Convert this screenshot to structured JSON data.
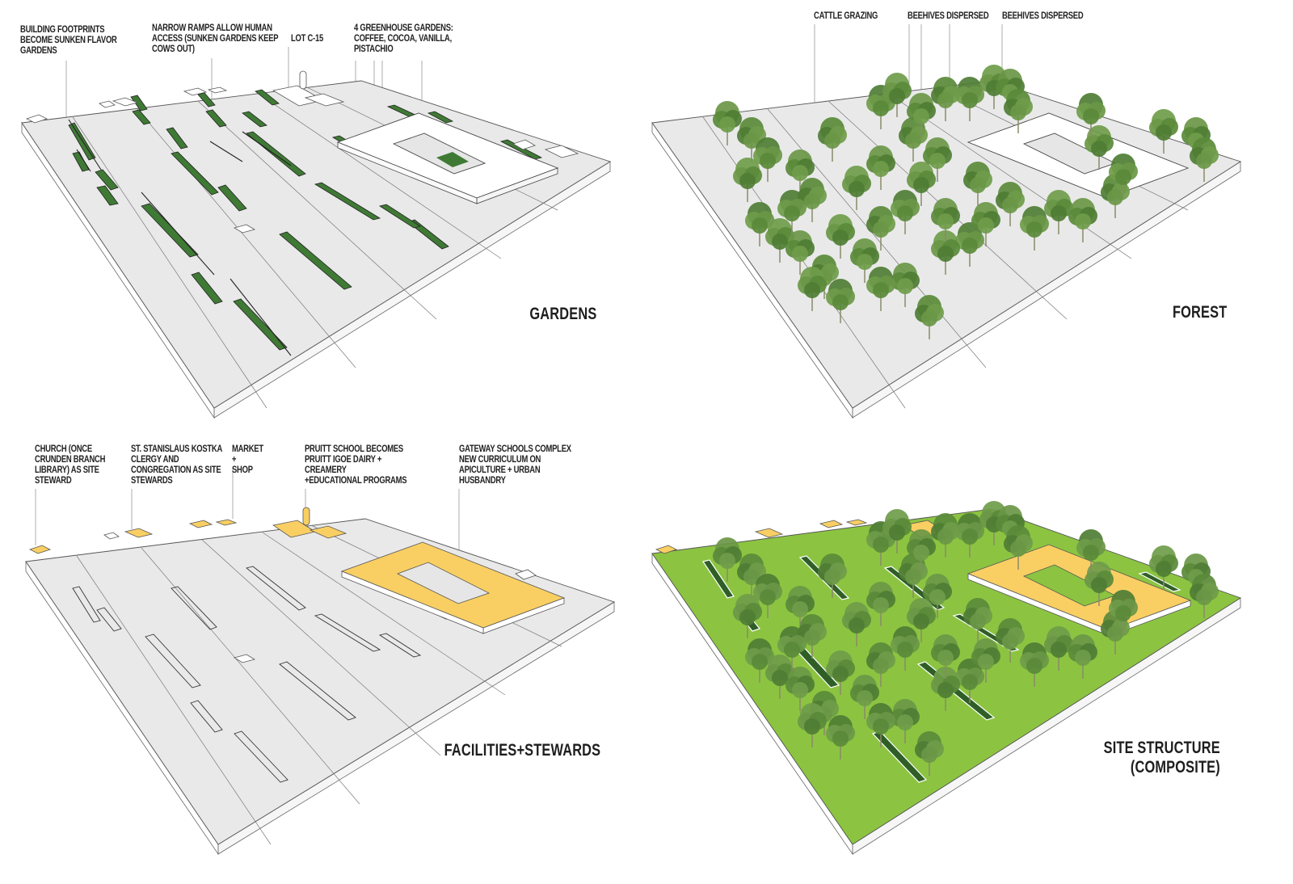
{
  "colors": {
    "slab_top": "#e9e9e9",
    "slab_side": "#ffffff",
    "edge_line": "#555555",
    "garden_green": "#3f7a35",
    "lawn_green": "#8cc441",
    "facility_yellow": "#f9cf63",
    "tree_green": "#5e8a3c"
  },
  "panels": [
    {
      "id": "gardens",
      "title": "GARDENS",
      "annotations": [
        {
          "text": "BUILDING FOOTPRINTS\nBECOME SUNKEN FLAVOR\nGARDENS"
        },
        {
          "text": "NARROW RAMPS ALLOW HUMAN\nACCESS (SUNKEN GARDENS KEEP\nCOWS OUT)"
        },
        {
          "text": "LOT C-15"
        },
        {
          "text": "4 GREENHOUSE GARDENS:\nCOFFEE, COCOA, VANILLA,\nPISTACHIO"
        }
      ]
    },
    {
      "id": "forest",
      "title": "FOREST",
      "annotations": [
        {
          "text": "CATTLE GRAZING"
        },
        {
          "text": "BEEHIVES DISPERSED"
        },
        {
          "text": "BEEHIVES DISPERSED"
        }
      ]
    },
    {
      "id": "facilities",
      "title": "FACILITIES+STEWARDS",
      "annotations": [
        {
          "text": "CHURCH (ONCE\nCRUNDEN BRANCH\nLIBRARY) AS SITE\nSTEWARD"
        },
        {
          "text": "ST. STANISLAUS KOSTKA\nCLERGY AND\nCONGREGATION AS SITE\nSTEWARDS"
        },
        {
          "text": "MARKET\n+\nSHOP"
        },
        {
          "text": "PRUITT SCHOOL BECOMES\nPRUITT IGOE DAIRY +\nCREAMERY\n+EDUCATIONAL PROGRAMS"
        },
        {
          "text": "GATEWAY SCHOOLS COMPLEX\nNEW CURRICULUM ON\nAPICULTURE + URBAN\nHUSBANDRY"
        }
      ]
    },
    {
      "id": "composite",
      "title": "SITE STRUCTURE\n(COMPOSITE)",
      "annotations": []
    }
  ]
}
